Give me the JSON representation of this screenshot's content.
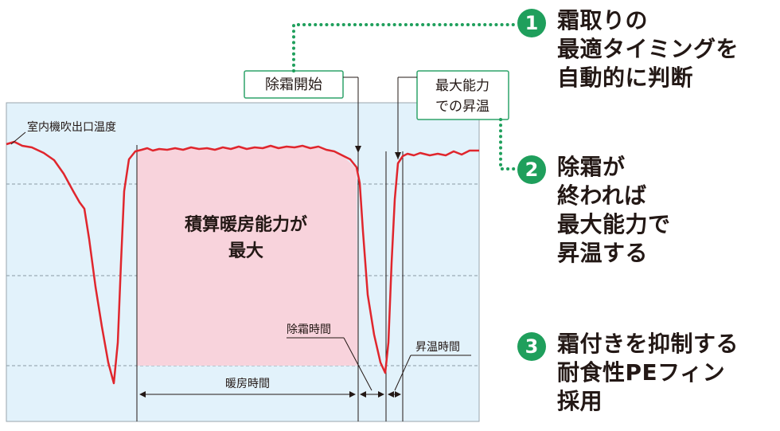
{
  "diagram": {
    "y_label": "室内機吹出口温度",
    "main_area_label": [
      "積算暖房能力が",
      "最大"
    ],
    "defrost_start_label": "除霜開始",
    "max_heat_label": [
      "最大能力",
      "での昇温"
    ],
    "defrost_time_label": "除霜時間",
    "heating_time_label": "暖房時間",
    "warmup_time_label": "昇温時間"
  },
  "callouts": [
    {
      "number": "1",
      "lines": [
        "霜取りの",
        "最適タイミングを",
        "自動的に判断"
      ]
    },
    {
      "number": "2",
      "lines": [
        "除霜が",
        "終われば",
        "最大能力で",
        "昇温する"
      ]
    },
    {
      "number": "3",
      "lines": [
        "霜付きを抑制する",
        "耐食性PEフィン",
        "採用"
      ]
    }
  ],
  "colors": {
    "panel_bg": "#e2f2fb",
    "curve": "#e0262d",
    "fill": "#f8d3dc",
    "accent_green": "#1f9f5c",
    "label_border": "#2fa36a",
    "dashed": "#8a9aa6"
  }
}
